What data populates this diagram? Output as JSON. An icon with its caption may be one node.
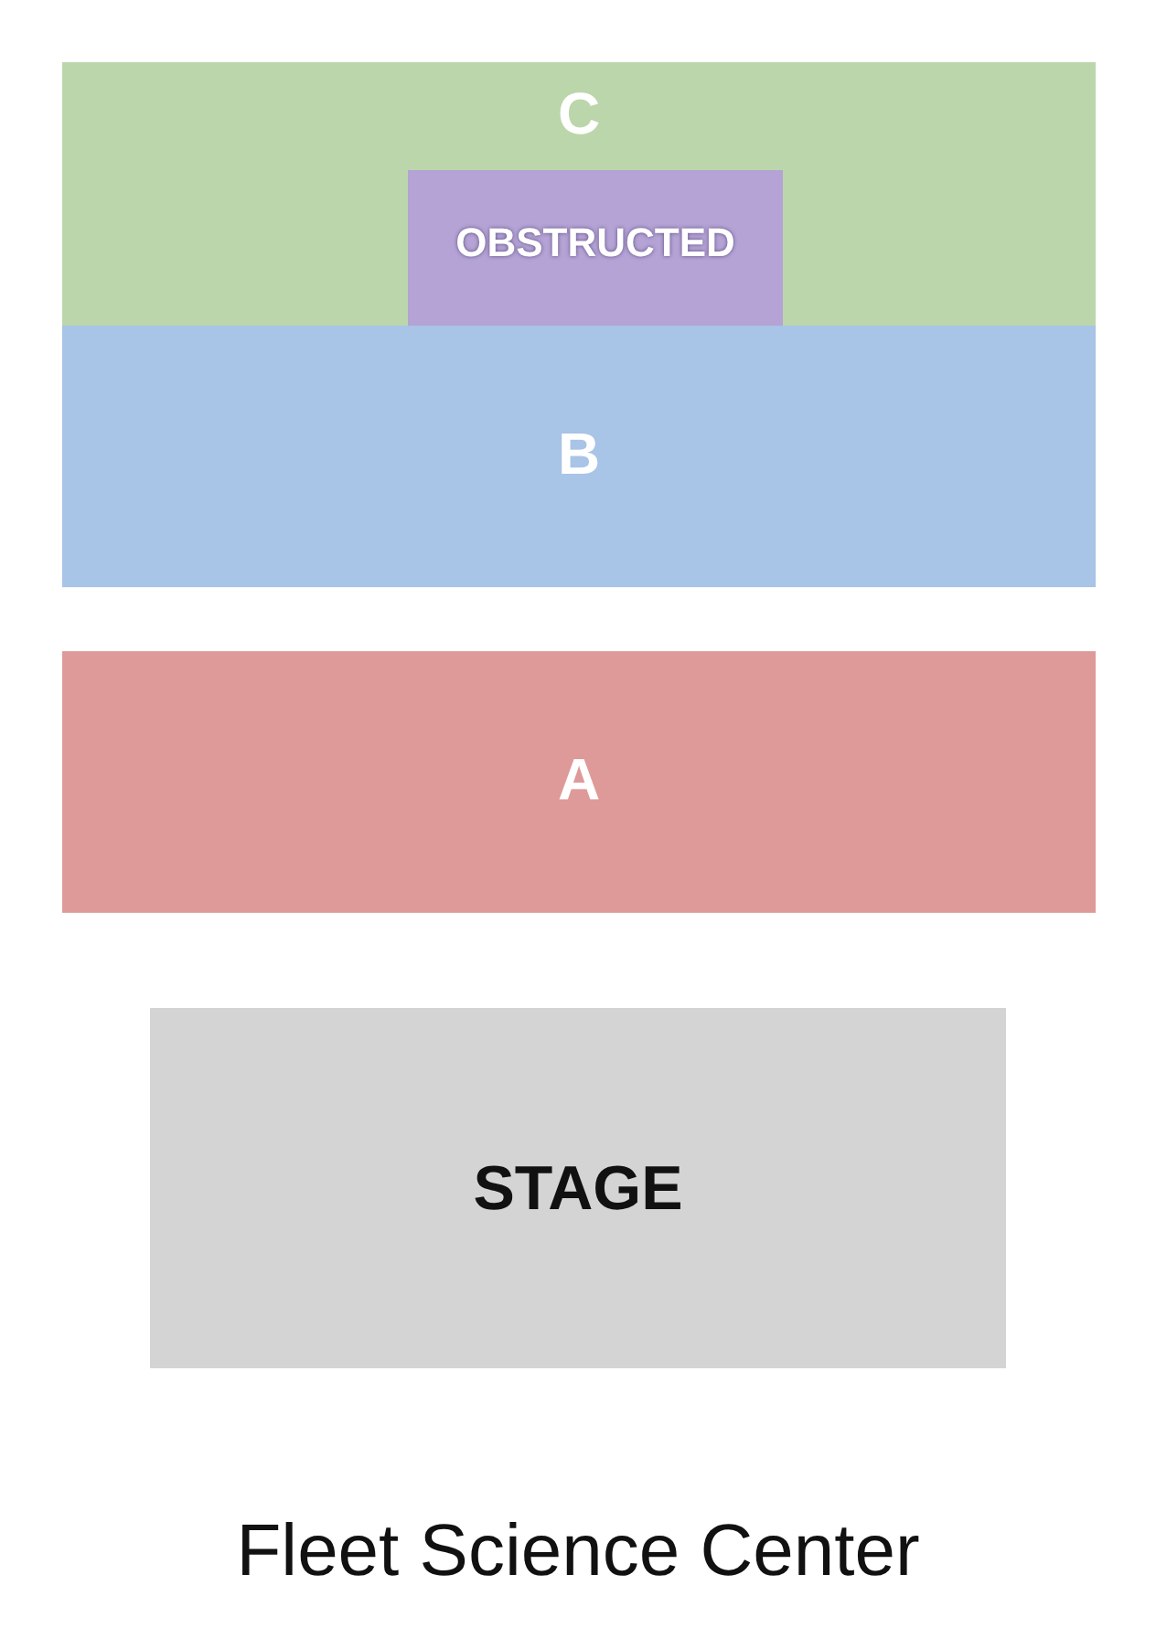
{
  "diagram": {
    "caption": "Fleet Science Center",
    "nodes": [
      {
        "text": [
          "C"
        ]
      },
      {
        "text": [
          "OBSTRUCTED"
        ],
        "in": 0
      },
      {
        "text": [
          "B"
        ]
      },
      {
        "text": [
          "A"
        ]
      },
      {
        "text": [
          "STAGE"
        ]
      }
    ],
    "edges": []
  }
}
